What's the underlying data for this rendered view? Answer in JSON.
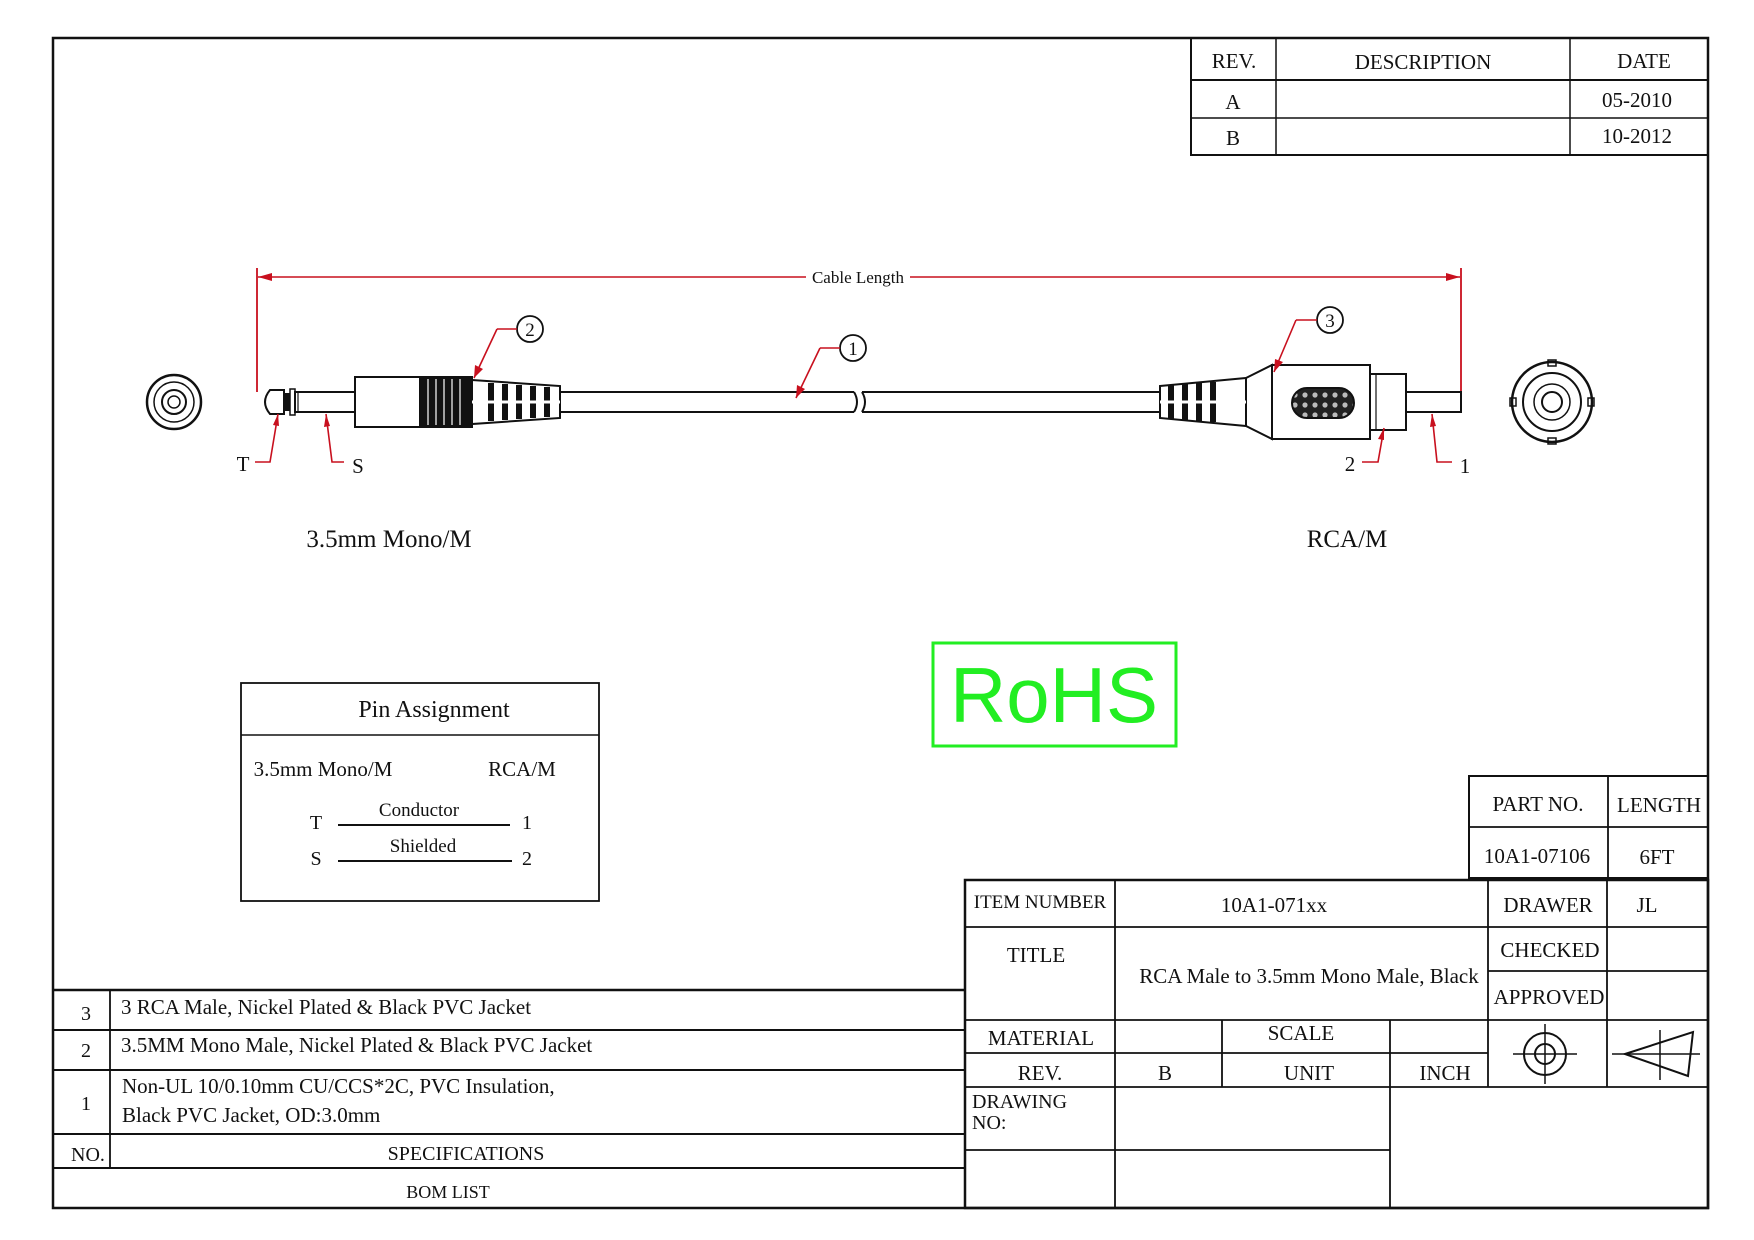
{
  "revision_table": {
    "headers": {
      "rev": "REV.",
      "description": "DESCRIPTION",
      "date": "DATE"
    },
    "rows": [
      {
        "rev": "A",
        "description": "",
        "date": "05-2010"
      },
      {
        "rev": "B",
        "description": "",
        "date": "10-2012"
      }
    ]
  },
  "drawing": {
    "cable_length_label": "Cable Length",
    "left_connector_label": "3.5mm Mono/M",
    "right_connector_label": "RCA/M",
    "callouts": [
      "1",
      "2",
      "3"
    ],
    "left_pin_labels": {
      "tip": "T",
      "sleeve": "S"
    },
    "right_pin_labels": {
      "pin1": "1",
      "pin2": "2"
    }
  },
  "rohs": {
    "text": "RoHS",
    "color": "#22ee22"
  },
  "pin_assignment": {
    "title": "Pin Assignment",
    "left_header": "3.5mm Mono/M",
    "right_header": "RCA/M",
    "rows": [
      {
        "left": "T",
        "label": "Conductor",
        "right": "1"
      },
      {
        "left": "S",
        "label": "Shielded",
        "right": "2"
      }
    ]
  },
  "title_block": {
    "part_no_label": "PART NO.",
    "part_no_value": "10A1-07106",
    "length_label": "LENGTH",
    "length_value": "6FT",
    "item_number_label": "ITEM NUMBER",
    "item_number_value": "10A1-071xx",
    "drawer_label": "DRAWER",
    "drawer_value": "JL",
    "title_label": "TITLE",
    "title_value": "RCA Male to 3.5mm Mono Male, Black",
    "checked_label": "CHECKED",
    "approved_label": "APPROVED",
    "material_label": "MATERIAL",
    "scale_label": "SCALE",
    "rev_label": "REV.",
    "rev_value": "B",
    "unit_label": "UNIT",
    "unit_value": "INCH",
    "drawing_no_label_1": "DRAWING",
    "drawing_no_label_2": "NO:"
  },
  "bom": {
    "rows": [
      {
        "no": "3",
        "spec": [
          "3 RCA Male, Nickel Plated & Black PVC Jacket"
        ]
      },
      {
        "no": "2",
        "spec": [
          "3.5MM Mono Male, Nickel Plated & Black PVC Jacket"
        ]
      },
      {
        "no": "1",
        "spec": [
          "Non-UL 10/0.10mm CU/CCS*2C, PVC Insulation,",
          "Black PVC Jacket, OD:3.0mm"
        ]
      }
    ],
    "no_header": "NO.",
    "spec_header": "SPECIFICATIONS",
    "footer": "BOM LIST"
  }
}
